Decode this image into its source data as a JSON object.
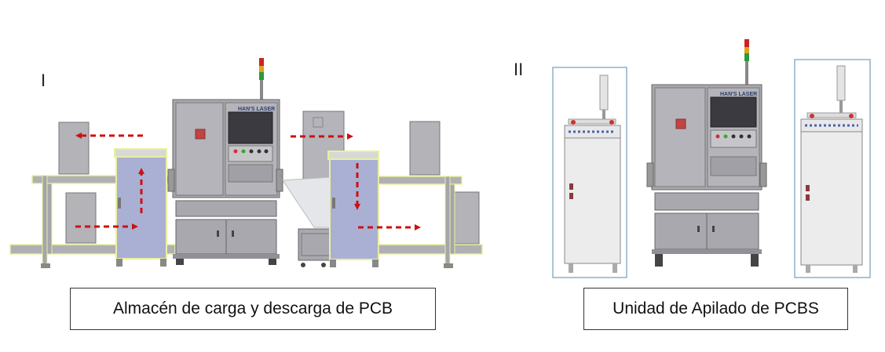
{
  "left_panel": {
    "label": "I",
    "caption": "Almacén de carga y descarga de PCB",
    "machine_brand": "HAN'S LASER"
  },
  "right_panel": {
    "label": "II",
    "caption": "Unidad de Apilado de PCBS",
    "machine_brand": "HAN'S LASER"
  },
  "colors": {
    "frame": "#9a9aa0",
    "panel": "#b9b9be",
    "dark": "#7f7f85",
    "blue_panel": "#aab0d4",
    "arrow": "#cc1111",
    "screen": "#3a3a40",
    "rail_highlight": "#e8f0a0",
    "cabinet": "#ececec"
  },
  "icons": [
    "arrow-left-icon",
    "arrow-right-icon",
    "arrow-up-icon",
    "arrow-down-icon",
    "signal-tower-icon"
  ]
}
